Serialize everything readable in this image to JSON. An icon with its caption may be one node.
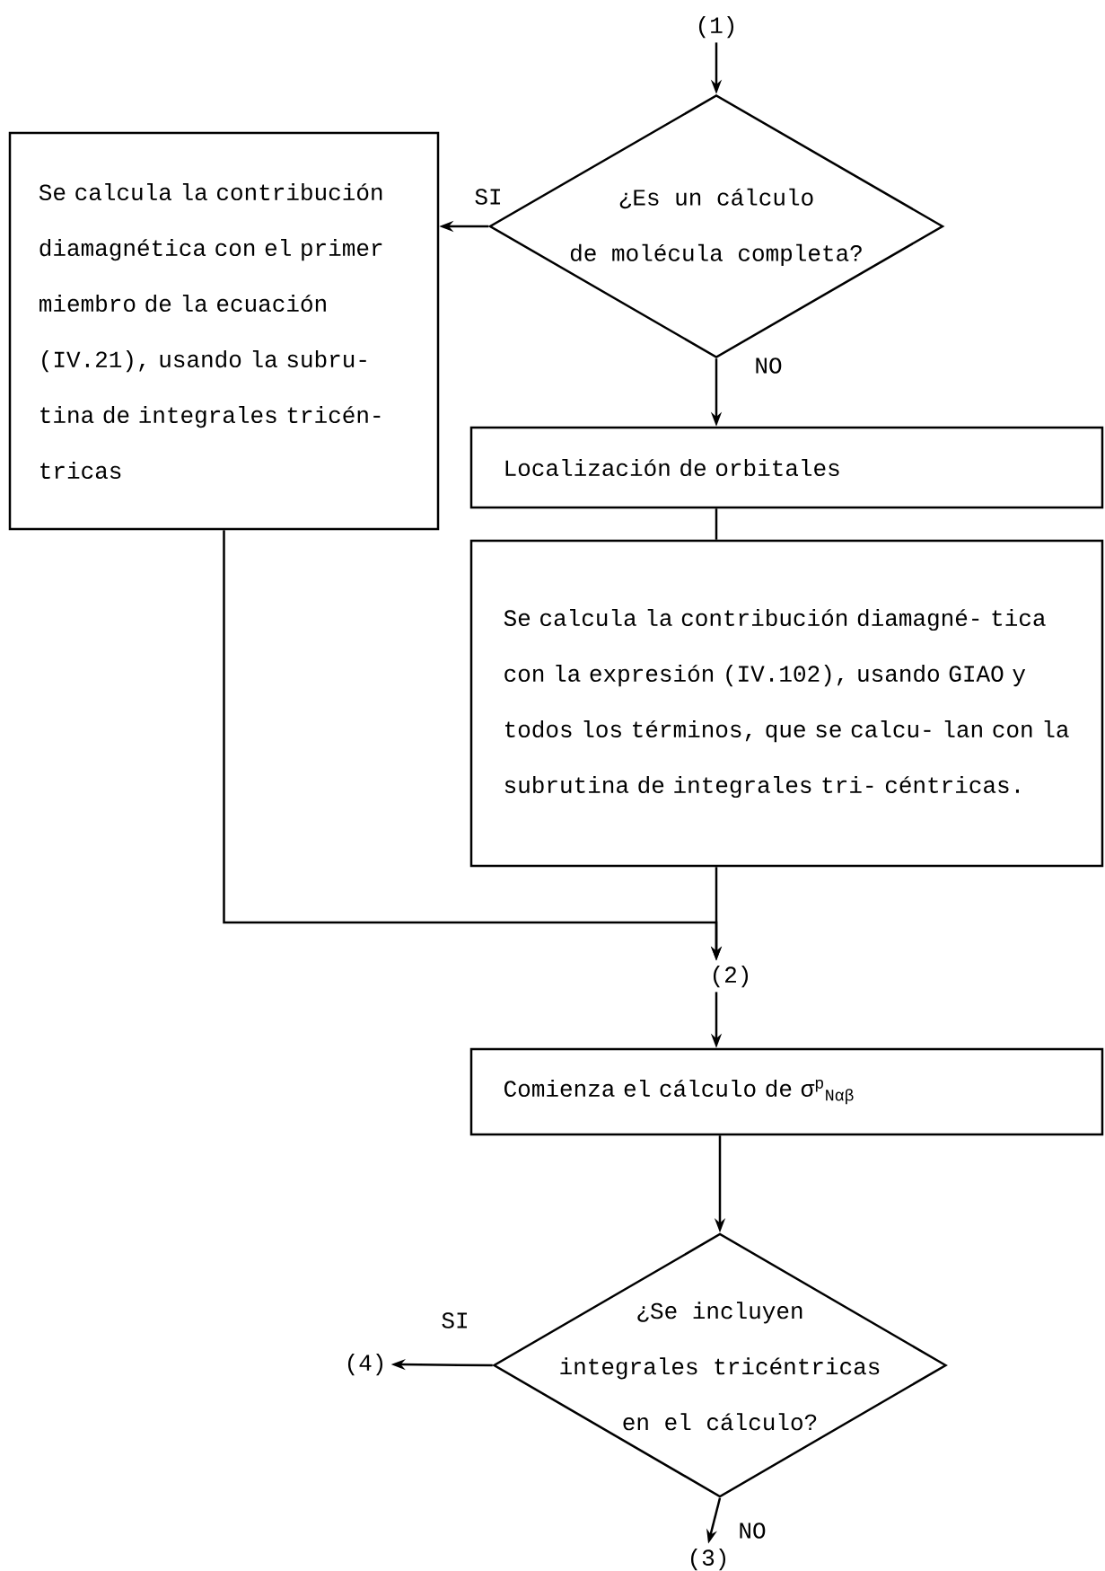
{
  "diagram": {
    "nodes": [
      {
        "text": [
          "(1)"
        ]
      },
      {
        "text": [
          "¿Es un cálculo de molécula completa?"
        ]
      },
      {
        "text": [
          "Se calcula la contribución diamagnética con el primer miembro de la ecuación (IV.21), usando la subru- tina de integrales tricén- tricas"
        ]
      },
      {
        "text": [
          "Localización de orbitales"
        ]
      },
      {
        "text": [
          "Se calcula la contribución diamagné- tica con la expresión (IV.102), usando GIAO y todos los términos, que se calcu- lan con la subrutina de integrales tri- céntricas."
        ]
      },
      {
        "text": [
          "(2)"
        ]
      },
      {
        "text": [
          "Comienza el cálculo de σ$^{p}$$_{Nαβ}$"
        ]
      },
      {
        "text": [
          "¿Se incluyen integrales tricéntricas en el cálculo?"
        ]
      },
      {
        "text": [
          "(4)"
        ]
      },
      {
        "text": [
          "(3)"
        ]
      }
    ],
    "edges": [
      {
        "from": 0,
        "to": 1,
        "arrow": "to"
      },
      {
        "from": 1,
        "to": 2,
        "arrow": "to",
        "label": "SI"
      },
      {
        "from": 1,
        "to": 3,
        "arrow": "to",
        "label": "NO"
      },
      {
        "from": 3,
        "to": 4,
        "arrow": "none"
      },
      {
        "from": 4,
        "to": 5,
        "arrow": "to"
      },
      {
        "from": 2,
        "to": 5,
        "arrow": "to"
      },
      {
        "from": 5,
        "to": 6,
        "arrow": "to"
      },
      {
        "from": 6,
        "to": 7,
        "arrow": "to"
      },
      {
        "from": 7,
        "to": 8,
        "arrow": "to",
        "label": "SI"
      },
      {
        "from": 7,
        "to": 9,
        "arrow": "to",
        "label": "NO"
      }
    ]
  }
}
